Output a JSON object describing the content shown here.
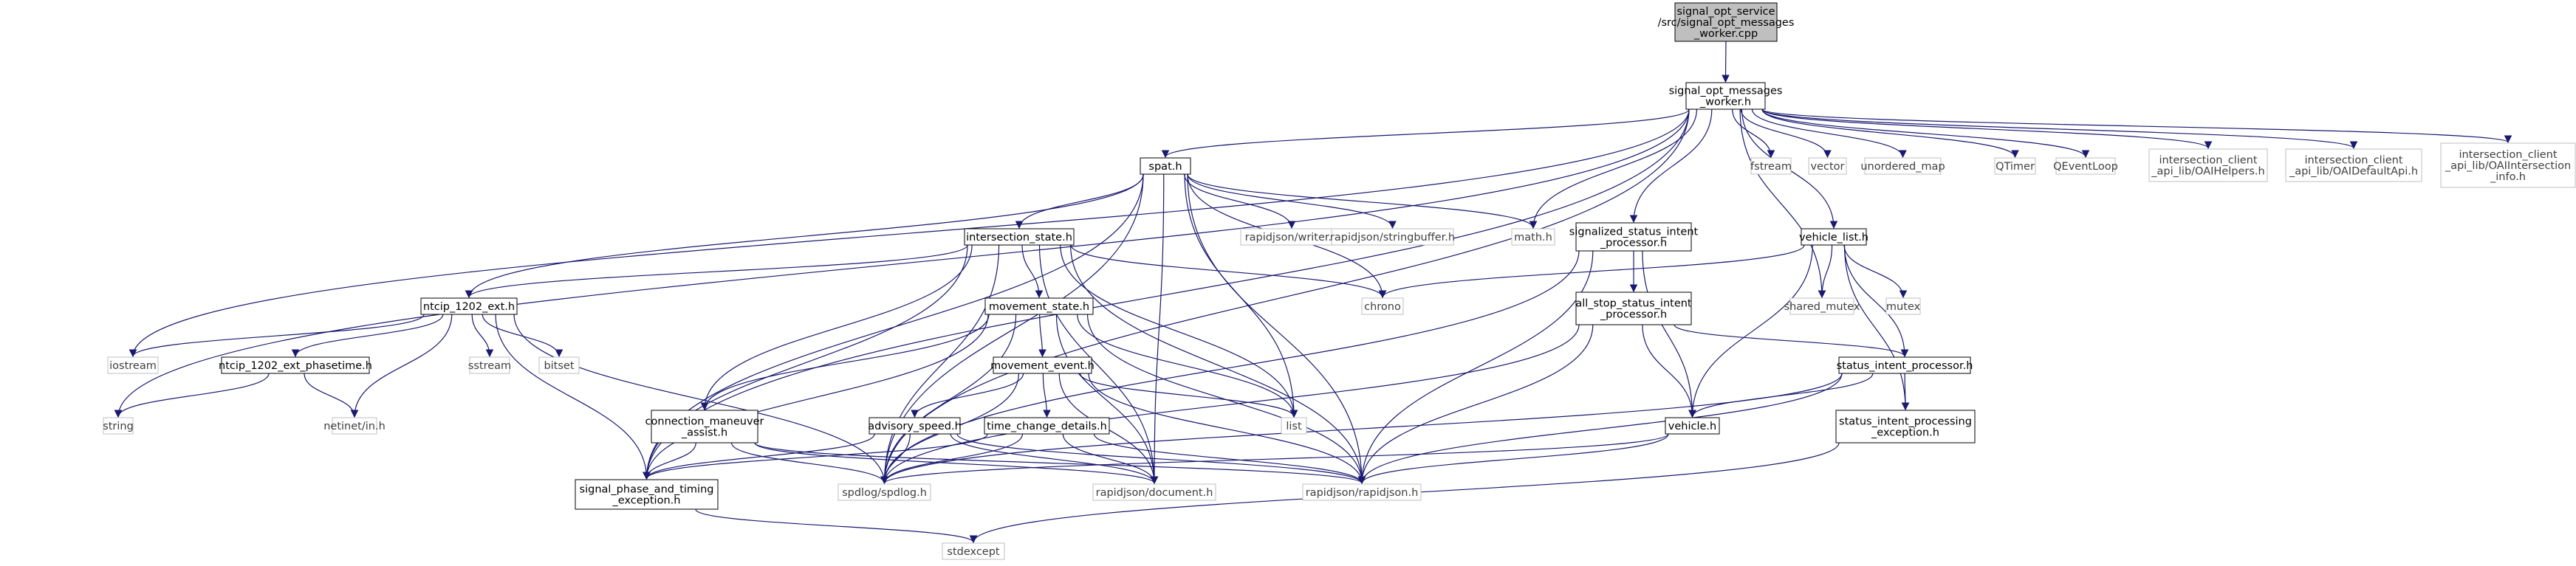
{
  "colors": {
    "root_fill": "#bfbfbf",
    "border_dark": "#000000",
    "border_light": "#bfbfbf",
    "edge": "#191970",
    "text": "#000000",
    "ext_text": "#404040"
  },
  "nodes": [
    {
      "id": "root",
      "lines": [
        "signal_opt_service",
        "/src/signal_opt_messages",
        "_worker.cpp"
      ],
      "kind": "root"
    },
    {
      "id": "worker_h",
      "lines": [
        "signal_opt_messages",
        "_worker.h"
      ],
      "kind": "file"
    },
    {
      "id": "spat_h",
      "lines": [
        "spat.h"
      ],
      "kind": "file"
    },
    {
      "id": "fstream",
      "lines": [
        "fstream"
      ],
      "kind": "ext"
    },
    {
      "id": "vector",
      "lines": [
        "vector"
      ],
      "kind": "ext"
    },
    {
      "id": "unordered_map",
      "lines": [
        "unordered_map"
      ],
      "kind": "ext"
    },
    {
      "id": "qtimer",
      "lines": [
        "QTimer"
      ],
      "kind": "ext"
    },
    {
      "id": "qeventloop",
      "lines": [
        "QEventLoop"
      ],
      "kind": "ext"
    },
    {
      "id": "oai_helpers",
      "lines": [
        "intersection_client",
        "_api_lib/OAIHelpers.h"
      ],
      "kind": "ext"
    },
    {
      "id": "oai_default",
      "lines": [
        "intersection_client",
        "_api_lib/OAIDefaultApi.h"
      ],
      "kind": "ext"
    },
    {
      "id": "oai_info",
      "lines": [
        "intersection_client",
        "_api_lib/OAIIntersection",
        "_info.h"
      ],
      "kind": "ext"
    },
    {
      "id": "intersection_state",
      "lines": [
        "intersection_state.h"
      ],
      "kind": "file"
    },
    {
      "id": "rj_writer",
      "lines": [
        "rapidjson/writer.h"
      ],
      "kind": "ext"
    },
    {
      "id": "rj_stringbuffer",
      "lines": [
        "rapidjson/stringbuffer.h"
      ],
      "kind": "ext"
    },
    {
      "id": "math_h",
      "lines": [
        "math.h"
      ],
      "kind": "ext"
    },
    {
      "id": "sig_status",
      "lines": [
        "signalized_status_intent",
        "_processor.h"
      ],
      "kind": "file"
    },
    {
      "id": "vehicle_list",
      "lines": [
        "vehicle_list.h"
      ],
      "kind": "file"
    },
    {
      "id": "chrono",
      "lines": [
        "chrono"
      ],
      "kind": "ext"
    },
    {
      "id": "shared_mutex",
      "lines": [
        "shared_mutex"
      ],
      "kind": "ext"
    },
    {
      "id": "mutex",
      "lines": [
        "mutex"
      ],
      "kind": "ext"
    },
    {
      "id": "ntcip_ext",
      "lines": [
        "ntcip_1202_ext.h"
      ],
      "kind": "file"
    },
    {
      "id": "movement_state",
      "lines": [
        "movement_state.h"
      ],
      "kind": "file"
    },
    {
      "id": "all_stop",
      "lines": [
        "all_stop_status_intent",
        "_processor.h"
      ],
      "kind": "file"
    },
    {
      "id": "iostream",
      "lines": [
        "iostream"
      ],
      "kind": "ext"
    },
    {
      "id": "sstream",
      "lines": [
        "sstream"
      ],
      "kind": "ext"
    },
    {
      "id": "bitset",
      "lines": [
        "bitset"
      ],
      "kind": "ext"
    },
    {
      "id": "ntcip_phasetime",
      "lines": [
        "ntcip_1202_ext_phasetime.h"
      ],
      "kind": "file"
    },
    {
      "id": "movement_event",
      "lines": [
        "movement_event.h"
      ],
      "kind": "file"
    },
    {
      "id": "status_intent",
      "lines": [
        "status_intent_processor.h"
      ],
      "kind": "file"
    },
    {
      "id": "string",
      "lines": [
        "string"
      ],
      "kind": "ext"
    },
    {
      "id": "netinet",
      "lines": [
        "netinet/in.h"
      ],
      "kind": "ext"
    },
    {
      "id": "conn_maneuver",
      "lines": [
        "connection_maneuver",
        "_assist.h"
      ],
      "kind": "file"
    },
    {
      "id": "advisory_speed",
      "lines": [
        "advisory_speed.h"
      ],
      "kind": "file"
    },
    {
      "id": "time_change",
      "lines": [
        "time_change_details.h"
      ],
      "kind": "file"
    },
    {
      "id": "list",
      "lines": [
        "list"
      ],
      "kind": "ext"
    },
    {
      "id": "vehicle_h",
      "lines": [
        "vehicle.h"
      ],
      "kind": "file"
    },
    {
      "id": "sip_exception",
      "lines": [
        "status_intent_processing",
        "_exception.h"
      ],
      "kind": "file"
    },
    {
      "id": "sp_exception",
      "lines": [
        "signal_phase_and_timing",
        "_exception.h"
      ],
      "kind": "file"
    },
    {
      "id": "spdlog",
      "lines": [
        "spdlog/spdlog.h"
      ],
      "kind": "ext"
    },
    {
      "id": "rj_document",
      "lines": [
        "rapidjson/document.h"
      ],
      "kind": "ext"
    },
    {
      "id": "rj_rapidjson",
      "lines": [
        "rapidjson/rapidjson.h"
      ],
      "kind": "ext"
    },
    {
      "id": "stdexcept",
      "lines": [
        "stdexcept"
      ],
      "kind": "ext"
    }
  ],
  "edges": [
    [
      "root",
      "worker_h"
    ],
    [
      "worker_h",
      "spat_h"
    ],
    [
      "worker_h",
      "fstream"
    ],
    [
      "worker_h",
      "vector"
    ],
    [
      "worker_h",
      "unordered_map"
    ],
    [
      "worker_h",
      "qtimer"
    ],
    [
      "worker_h",
      "qeventloop"
    ],
    [
      "worker_h",
      "oai_helpers"
    ],
    [
      "worker_h",
      "oai_default"
    ],
    [
      "worker_h",
      "oai_info"
    ],
    [
      "worker_h",
      "math_h"
    ],
    [
      "worker_h",
      "sig_status"
    ],
    [
      "worker_h",
      "vehicle_list"
    ],
    [
      "worker_h",
      "shared_mutex"
    ],
    [
      "worker_h",
      "iostream"
    ],
    [
      "worker_h",
      "string"
    ],
    [
      "worker_h",
      "spdlog"
    ],
    [
      "worker_h",
      "sp_exception"
    ],
    [
      "spat_h",
      "intersection_state"
    ],
    [
      "spat_h",
      "rj_writer"
    ],
    [
      "spat_h",
      "rj_stringbuffer"
    ],
    [
      "spat_h",
      "math_h"
    ],
    [
      "spat_h",
      "chrono"
    ],
    [
      "spat_h",
      "ntcip_ext"
    ],
    [
      "spat_h",
      "list"
    ],
    [
      "spat_h",
      "spdlog"
    ],
    [
      "spat_h",
      "rj_document"
    ],
    [
      "spat_h",
      "rj_rapidjson"
    ],
    [
      "spat_h",
      "sp_exception"
    ],
    [
      "intersection_state",
      "movement_state"
    ],
    [
      "intersection_state",
      "chrono"
    ],
    [
      "intersection_state",
      "ntcip_ext"
    ],
    [
      "intersection_state",
      "conn_maneuver"
    ],
    [
      "intersection_state",
      "list"
    ],
    [
      "intersection_state",
      "spdlog"
    ],
    [
      "intersection_state",
      "rj_document"
    ],
    [
      "intersection_state",
      "rj_rapidjson"
    ],
    [
      "intersection_state",
      "sp_exception"
    ],
    [
      "sig_status",
      "all_stop"
    ],
    [
      "sig_status",
      "vehicle_h"
    ],
    [
      "sig_status",
      "spdlog"
    ],
    [
      "sig_status",
      "rj_rapidjson"
    ],
    [
      "vehicle_list",
      "chrono"
    ],
    [
      "vehicle_list",
      "shared_mutex"
    ],
    [
      "vehicle_list",
      "mutex"
    ],
    [
      "vehicle_list",
      "status_intent"
    ],
    [
      "vehicle_list",
      "vehicle_h"
    ],
    [
      "vehicle_list",
      "sip_exception"
    ],
    [
      "ntcip_ext",
      "iostream"
    ],
    [
      "ntcip_ext",
      "sstream"
    ],
    [
      "ntcip_ext",
      "bitset"
    ],
    [
      "ntcip_ext",
      "ntcip_phasetime"
    ],
    [
      "ntcip_ext",
      "netinet"
    ],
    [
      "ntcip_ext",
      "sp_exception"
    ],
    [
      "ntcip_ext",
      "spdlog"
    ],
    [
      "movement_state",
      "movement_event"
    ],
    [
      "movement_state",
      "conn_maneuver"
    ],
    [
      "movement_state",
      "list"
    ],
    [
      "movement_state",
      "spdlog"
    ],
    [
      "movement_state",
      "rj_document"
    ],
    [
      "movement_state",
      "rj_rapidjson"
    ],
    [
      "movement_state",
      "sp_exception"
    ],
    [
      "all_stop",
      "status_intent"
    ],
    [
      "all_stop",
      "vehicle_h"
    ],
    [
      "all_stop",
      "spdlog"
    ],
    [
      "all_stop",
      "rj_rapidjson"
    ],
    [
      "ntcip_phasetime",
      "string"
    ],
    [
      "ntcip_phasetime",
      "netinet"
    ],
    [
      "movement_event",
      "advisory_speed"
    ],
    [
      "movement_event",
      "time_change"
    ],
    [
      "movement_event",
      "list"
    ],
    [
      "movement_event",
      "spdlog"
    ],
    [
      "movement_event",
      "rj_document"
    ],
    [
      "movement_event",
      "rj_rapidjson"
    ],
    [
      "status_intent",
      "vehicle_h"
    ],
    [
      "status_intent",
      "sip_exception"
    ],
    [
      "status_intent",
      "spdlog"
    ],
    [
      "status_intent",
      "rj_rapidjson"
    ],
    [
      "conn_maneuver",
      "sp_exception"
    ],
    [
      "conn_maneuver",
      "spdlog"
    ],
    [
      "conn_maneuver",
      "rj_document"
    ],
    [
      "conn_maneuver",
      "rj_rapidjson"
    ],
    [
      "advisory_speed",
      "spdlog"
    ],
    [
      "advisory_speed",
      "rj_document"
    ],
    [
      "advisory_speed",
      "rj_rapidjson"
    ],
    [
      "advisory_speed",
      "sp_exception"
    ],
    [
      "time_change",
      "spdlog"
    ],
    [
      "time_change",
      "rj_document"
    ],
    [
      "time_change",
      "rj_rapidjson"
    ],
    [
      "time_change",
      "sp_exception"
    ],
    [
      "vehicle_h",
      "spdlog"
    ],
    [
      "vehicle_h",
      "rj_rapidjson"
    ],
    [
      "sip_exception",
      "stdexcept"
    ],
    [
      "sp_exception",
      "stdexcept"
    ]
  ]
}
